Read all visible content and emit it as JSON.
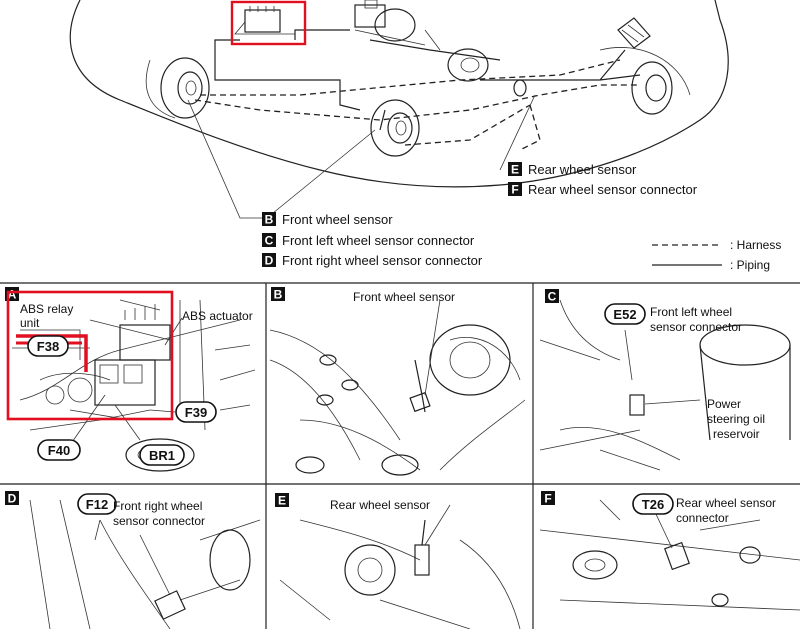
{
  "overview": {
    "callouts": [
      {
        "letter": "E",
        "text": "Rear wheel sensor"
      },
      {
        "letter": "F",
        "text": "Rear wheel sensor connector"
      },
      {
        "letter": "B",
        "text": "Front wheel sensor"
      },
      {
        "letter": "C",
        "text": "Front left wheel sensor connector"
      },
      {
        "letter": "D",
        "text": "Front right wheel sensor connector"
      }
    ],
    "legend": {
      "harness": ": Harness",
      "piping": ": Piping"
    }
  },
  "panels": {
    "A": {
      "letter": "A",
      "abs_relay_label": "ABS relay",
      "unit_label": "unit",
      "actuator_label": "ABS actuator",
      "connectors": [
        "F38",
        "F39",
        "F40",
        "BR1"
      ]
    },
    "B": {
      "letter": "B",
      "label": "Front wheel sensor"
    },
    "C": {
      "letter": "C",
      "connector": "E52",
      "label_line1": "Front left wheel",
      "label_line2": "sensor connector",
      "reservoir_line1": "Power",
      "reservoir_line2": "steering oil",
      "reservoir_line3": "reservoir"
    },
    "D": {
      "letter": "D",
      "connector": "F12",
      "label_line1": "Front right wheel",
      "label_line2": "sensor connector"
    },
    "E": {
      "letter": "E",
      "label": "Rear wheel sensor"
    },
    "F": {
      "letter": "F",
      "connector": "T26",
      "label_line1": "Rear wheel sensor",
      "label_line2": "connector"
    }
  },
  "colors": {
    "highlight": "#e01020",
    "ink": "#111111"
  }
}
